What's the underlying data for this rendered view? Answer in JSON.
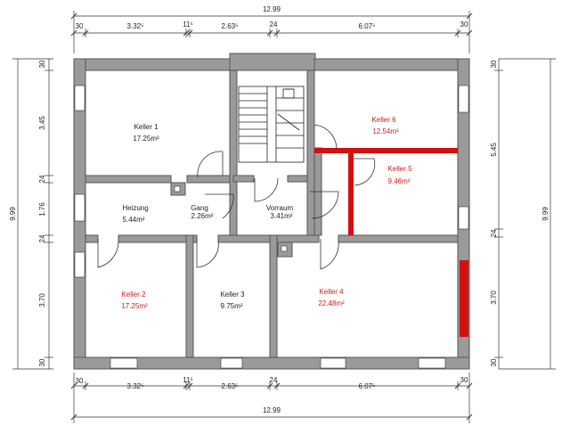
{
  "dimensions": {
    "top_total": "12.99",
    "bottom_total": "12.99",
    "top_segments": [
      "30",
      "3.32⁵",
      "11⁵",
      "2.63⁵",
      "24",
      "6.07⁵",
      "30"
    ],
    "bottom_segments": [
      "30",
      "3.32⁵",
      "11⁵",
      "2.63⁵",
      "24",
      "6.07⁵",
      "30"
    ],
    "left_total": "9.99",
    "right_total": "9.99",
    "left_segments": [
      "30",
      "3.45",
      "24",
      "1.76",
      "24",
      "3.70",
      "30"
    ],
    "right_segments": [
      "30",
      "5.45",
      "24",
      "3.70",
      "30"
    ]
  },
  "rooms": [
    {
      "name": "Keller 1",
      "area": "17.25m²",
      "color": "#222222"
    },
    {
      "name": "Heizung",
      "area": "5.44m²",
      "color": "#222222"
    },
    {
      "name": "Gang",
      "area": "2.26m²",
      "color": "#222222"
    },
    {
      "name": "Vorraum",
      "area": "3.41m²",
      "color": "#222222"
    },
    {
      "name": "Keller 6",
      "area": "12.54m²",
      "color": "#cc1a1a"
    },
    {
      "name": "Keller 5",
      "area": "9.46m²",
      "color": "#cc1a1a"
    },
    {
      "name": "Keller 2",
      "area": "17.25m²",
      "color": "#cc1a1a"
    },
    {
      "name": "Keller 3",
      "area": "9.75m²",
      "color": "#222222"
    },
    {
      "name": "Keller 4",
      "area": "22.48m²",
      "color": "#cc1a1a"
    }
  ]
}
